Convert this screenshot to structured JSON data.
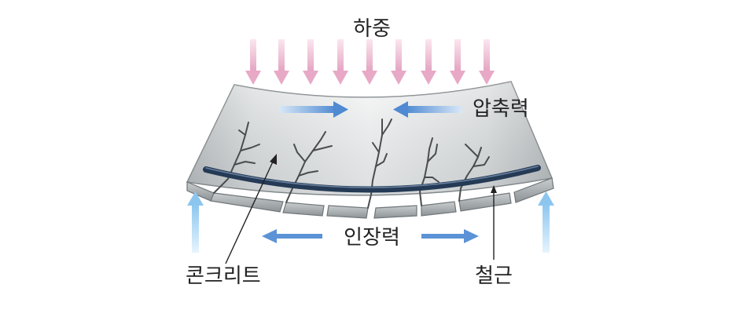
{
  "labels": {
    "load": "하중",
    "compression": "압축력",
    "tension": "인장력",
    "concrete": "콘크리트",
    "rebar": "철근"
  },
  "colors": {
    "load_arrow": "#e7a9c6",
    "force_arrow": "#5b93d6",
    "support_arrow": "#8cc6ef",
    "concrete_light": "#eceeee",
    "concrete_dark": "#b9bdbf",
    "rebar": "#253a55",
    "crack": "#4a4d4f"
  },
  "icons": {
    "load": "down-arrow-icon",
    "support": "up-arrow-icon",
    "force": "horizontal-arrow-icon"
  }
}
